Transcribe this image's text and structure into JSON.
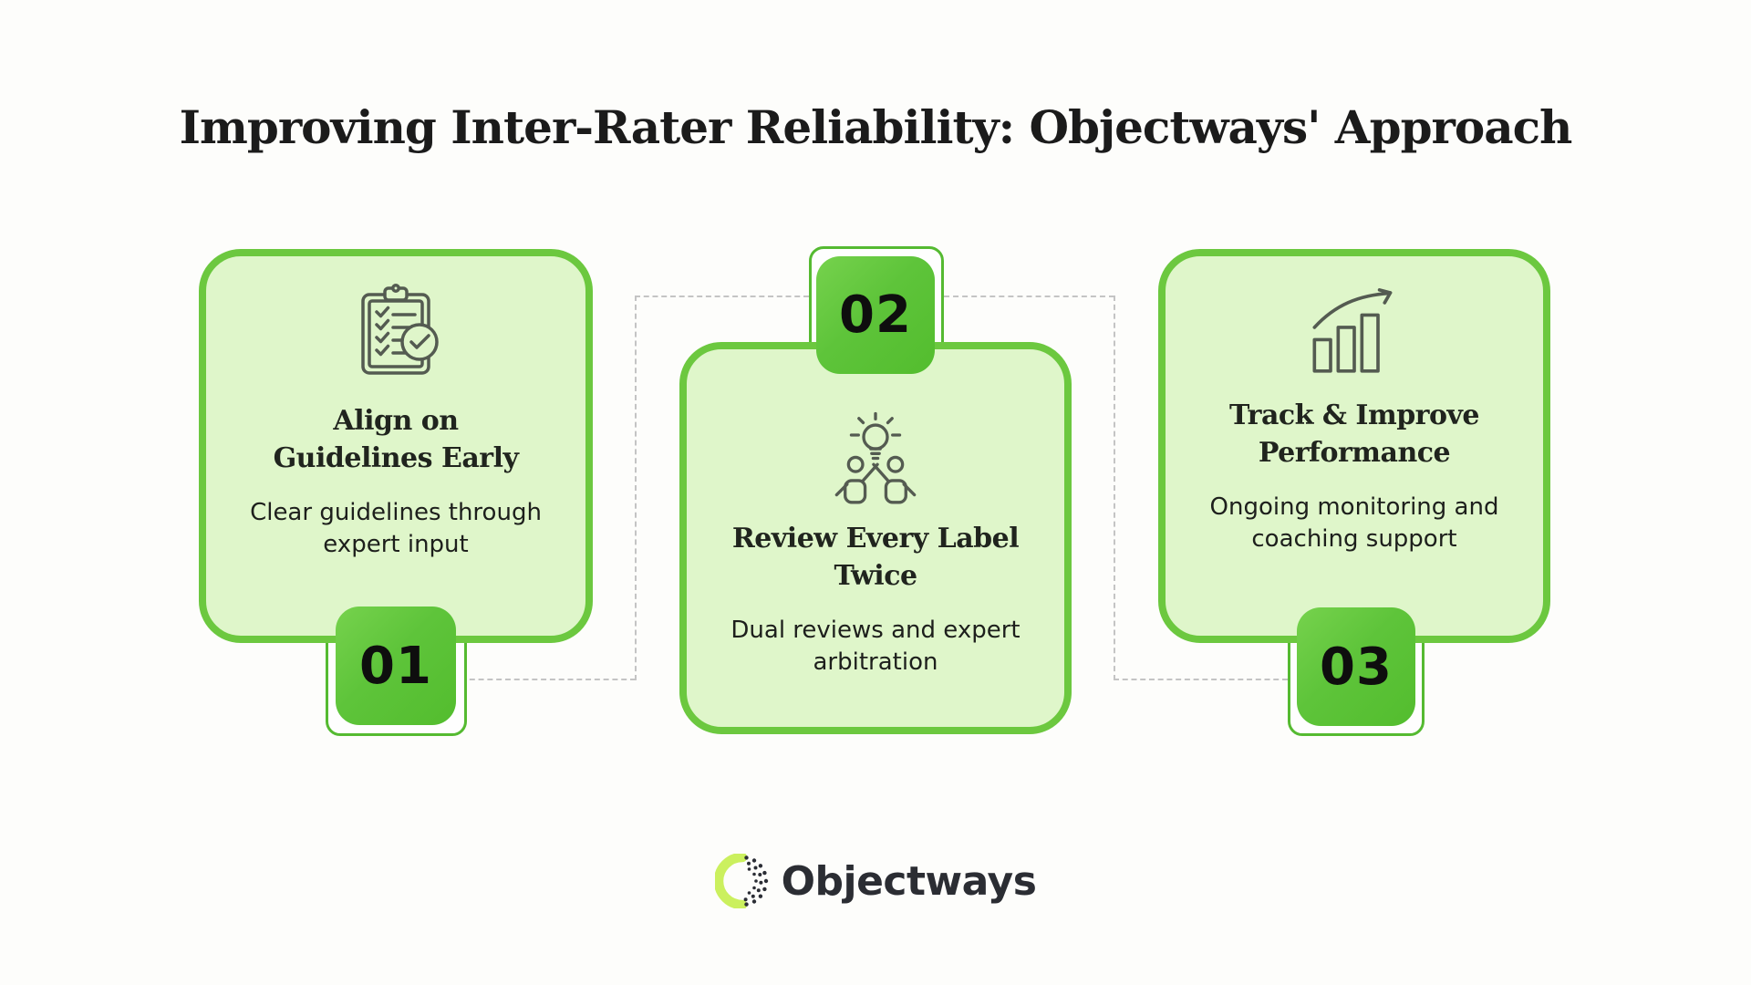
{
  "title": "Improving Inter-Rater Reliability: Objectways' Approach",
  "steps": [
    {
      "number": "01",
      "icon": "clipboard-checklist-icon",
      "title_lines": [
        "Align on",
        "Guidelines Early"
      ],
      "desc_lines": [
        "Clear guidelines through",
        "expert input"
      ]
    },
    {
      "number": "02",
      "icon": "idea-collaboration-icon",
      "title_lines": [
        "Review Every Label",
        "Twice"
      ],
      "desc_lines": [
        "Dual reviews and expert",
        "arbitration"
      ]
    },
    {
      "number": "03",
      "icon": "growth-chart-icon",
      "title_lines": [
        "Track & Improve",
        "Performance"
      ],
      "desc_lines": [
        "Ongoing monitoring and",
        "coaching support"
      ]
    }
  ],
  "footer": {
    "logo_text": "Objectways"
  },
  "colors": {
    "background": "#fdfdfb",
    "card_fill": "#dff6ca",
    "card_border": "#6cc83f",
    "badge_green": "#5ec43a",
    "tab_border": "#55ba31",
    "dashed_connector": "#c4c4c4",
    "icon_stroke": "#545b51",
    "text_dark": "#1b1b1b",
    "logo_lime": "#cbf05e",
    "logo_dark": "#2b2d35"
  }
}
